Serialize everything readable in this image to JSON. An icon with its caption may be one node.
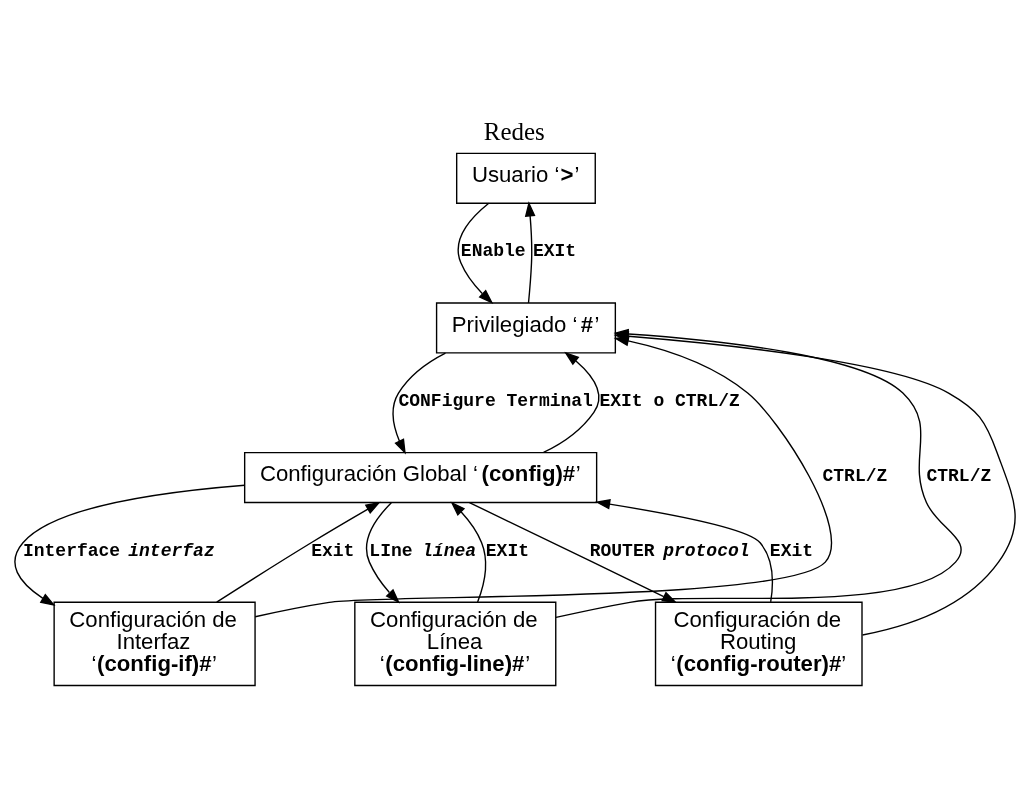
{
  "diagram": {
    "title": "Redes",
    "nodes": [
      {
        "text": [
          "Usuario ‘**>**’"
        ]
      },
      {
        "text": [
          "Privilegiado ‘**#**’"
        ]
      },
      {
        "text": [
          "Configuración Global ‘**(config)#**’"
        ]
      },
      {
        "text": [
          "Configuración de Interfaz ‘**(config-if)#**’"
        ]
      },
      {
        "text": [
          "Configuración de Línea ‘**(config-line)#**’"
        ]
      },
      {
        "text": [
          "Configuración de Routing ‘**(config-router)#**’"
        ]
      }
    ],
    "edges": [
      {
        "from": 0,
        "to": 1,
        "arrow": "to",
        "label": "ENable"
      },
      {
        "from": 1,
        "to": 0,
        "arrow": "to",
        "label": "EXIt"
      },
      {
        "from": 1,
        "to": 2,
        "arrow": "to",
        "label": "CONFigure Terminal"
      },
      {
        "from": 2,
        "to": 1,
        "arrow": "to",
        "label": "EXIt o CTRL/Z"
      },
      {
        "from": 2,
        "to": 3,
        "arrow": "to",
        "label": "Interface *interfaz*"
      },
      {
        "from": 3,
        "to": 2,
        "arrow": "to",
        "label": "Exit"
      },
      {
        "from": 2,
        "to": 4,
        "arrow": "to",
        "label": "LIne *línea*"
      },
      {
        "from": 4,
        "to": 2,
        "arrow": "to",
        "label": "EXIt"
      },
      {
        "from": 2,
        "to": 5,
        "arrow": "to",
        "label": "ROUTER *protocol*"
      },
      {
        "from": 5,
        "to": 2,
        "arrow": "to",
        "label": "EXit"
      },
      {
        "from": 3,
        "to": 1,
        "arrow": "to",
        "label": "CTRL/Z"
      },
      {
        "from": 4,
        "to": 1,
        "arrow": "to",
        "label": "CTRL/Z"
      },
      {
        "from": 5,
        "to": 1,
        "arrow": "to"
      }
    ]
  }
}
